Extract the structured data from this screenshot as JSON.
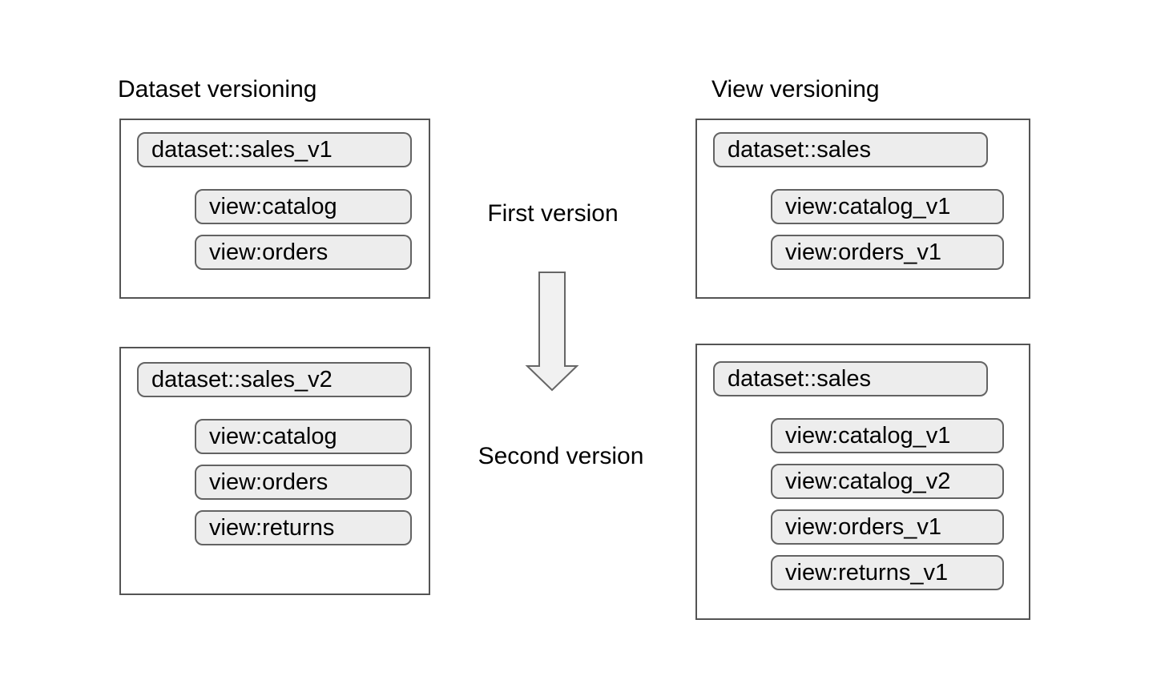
{
  "left": {
    "title": "Dataset versioning",
    "first": {
      "dataset": "dataset::sales_v1",
      "views": [
        "view:catalog",
        "view:orders"
      ]
    },
    "second": {
      "dataset": "dataset::sales_v2",
      "views": [
        "view:catalog",
        "view:orders",
        "view:returns"
      ]
    }
  },
  "right": {
    "title": "View versioning",
    "first": {
      "dataset": "dataset::sales",
      "views": [
        "view:catalog_v1",
        "view:orders_v1"
      ]
    },
    "second": {
      "dataset": "dataset::sales",
      "views": [
        "view:catalog_v1",
        "view:catalog_v2",
        "view:orders_v1",
        "view:returns_v1"
      ]
    }
  },
  "middle": {
    "first_label": "First version",
    "second_label": "Second version"
  },
  "colors": {
    "background": "#ffffff",
    "text": "#000000",
    "box_border": "#545454",
    "pill_fill": "#ededed",
    "pill_border": "#636363",
    "arrow_fill": "#f1f1f1",
    "arrow_border": "#666666"
  }
}
